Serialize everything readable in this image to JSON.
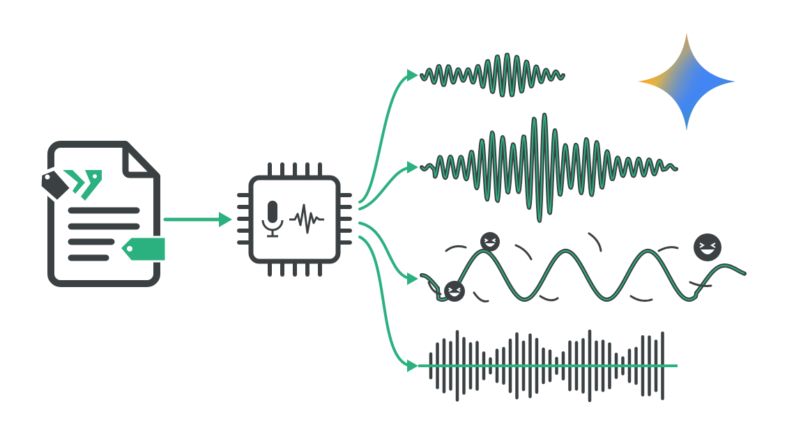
{
  "colors": {
    "dark": "#3b4043",
    "green": "#2bb07f",
    "background": "#ffffff",
    "gemini_gradient": [
      "#e8453c",
      "#f9bb2d",
      "#4285f4",
      "#34a853"
    ]
  },
  "icons": {
    "source": "tagged-document-icon",
    "processor": "audio-chip-icon",
    "logo": "gemini-star-icon",
    "outputs": [
      "soft-waveform",
      "loud-waveform",
      "laughing-waveform",
      "rhythmic-bars-waveform"
    ]
  }
}
